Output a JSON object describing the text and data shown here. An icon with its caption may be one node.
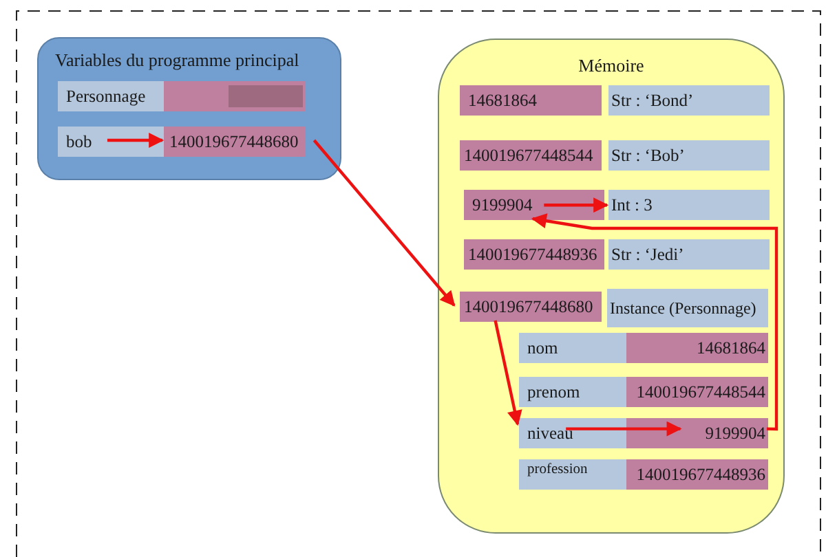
{
  "diagram": {
    "nodes": [
      {
        "text": [
          "Variables du programme principal"
        ]
      },
      {
        "text": [
          "Personnage"
        ],
        "in": 0
      },
      {
        "text": [],
        "shape": "box",
        "in": 0
      },
      {
        "text": [
          "bob"
        ],
        "in": 0
      },
      {
        "text": [
          "140019677448680"
        ],
        "in": 0
      },
      {
        "text": [
          "Mémoire"
        ]
      },
      {
        "text": [
          "14681864"
        ],
        "in": 5
      },
      {
        "text": [
          "Str : ‘Bond’"
        ],
        "in": 5
      },
      {
        "text": [
          "140019677448544"
        ],
        "in": 5
      },
      {
        "text": [
          "Str : ‘Bob’"
        ],
        "in": 5
      },
      {
        "text": [
          "9199904"
        ],
        "in": 5
      },
      {
        "text": [
          "Int : 3"
        ],
        "in": 5
      },
      {
        "text": [
          "140019677448936"
        ],
        "in": 5
      },
      {
        "text": [
          "Str : ‘Jedi’"
        ],
        "in": 5
      },
      {
        "text": [
          "140019677448680"
        ],
        "in": 5
      },
      {
        "text": [
          "Instance (Personnage)"
        ],
        "in": 5
      },
      {
        "text": [
          "nom"
        ],
        "in": 5
      },
      {
        "text": [
          "14681864"
        ],
        "in": 5
      },
      {
        "text": [
          "prenom"
        ],
        "in": 5
      },
      {
        "text": [
          "140019677448544"
        ],
        "in": 5
      },
      {
        "text": [
          "niveau"
        ],
        "in": 5
      },
      {
        "text": [
          "9199904"
        ],
        "in": 5
      },
      {
        "text": [
          "profession"
        ],
        "in": 5
      },
      {
        "text": [
          "140019677448936"
        ],
        "in": 5
      }
    ],
    "edges": [
      {
        "from": 3,
        "to": 4,
        "arrow": "to"
      },
      {
        "from": 4,
        "to": 14,
        "arrow": "to"
      },
      {
        "from": 10,
        "to": 11,
        "arrow": "to"
      },
      {
        "from": 14,
        "to": 20,
        "arrow": "to"
      },
      {
        "from": 20,
        "to": 21,
        "arrow": "to"
      },
      {
        "from": 21,
        "to": 10,
        "arrow": "to"
      }
    ]
  }
}
